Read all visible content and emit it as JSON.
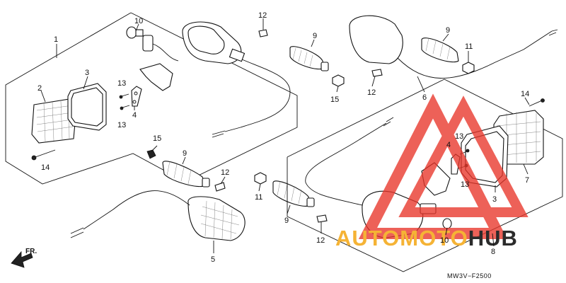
{
  "diagram": {
    "labels": [
      {
        "id": "1",
        "text": "1"
      },
      {
        "id": "2",
        "text": "2"
      },
      {
        "id": "3l",
        "text": "3"
      },
      {
        "id": "4l",
        "text": "4"
      },
      {
        "id": "10t",
        "text": "10"
      },
      {
        "id": "12t",
        "text": "12"
      },
      {
        "id": "13a",
        "text": "13"
      },
      {
        "id": "13b",
        "text": "13"
      },
      {
        "id": "14l",
        "text": "14"
      },
      {
        "id": "9t",
        "text": "9"
      },
      {
        "id": "15t",
        "text": "15"
      },
      {
        "id": "9tr",
        "text": "9"
      },
      {
        "id": "11tr",
        "text": "11"
      },
      {
        "id": "12m",
        "text": "12"
      },
      {
        "id": "6",
        "text": "6"
      },
      {
        "id": "14r",
        "text": "14"
      },
      {
        "id": "15m",
        "text": "15"
      },
      {
        "id": "9m",
        "text": "9"
      },
      {
        "id": "12lm",
        "text": "12"
      },
      {
        "id": "5",
        "text": "5"
      },
      {
        "id": "11m",
        "text": "11"
      },
      {
        "id": "9b",
        "text": "9"
      },
      {
        "id": "12b",
        "text": "12"
      },
      {
        "id": "4r",
        "text": "4"
      },
      {
        "id": "13c",
        "text": "13"
      },
      {
        "id": "13d",
        "text": "13"
      },
      {
        "id": "3r",
        "text": "3"
      },
      {
        "id": "7",
        "text": "7"
      },
      {
        "id": "10b",
        "text": "10"
      },
      {
        "id": "8",
        "text": "8"
      }
    ],
    "front_indicator": "FR.",
    "diagram_code": "MW3V−F2500"
  },
  "watermark": {
    "text_part1": "AUTOMOTO",
    "text_part2": "HUB",
    "color_primary": "#f5b335",
    "color_secondary": "#2b2b2b",
    "triangle_color": "#e8362a"
  }
}
